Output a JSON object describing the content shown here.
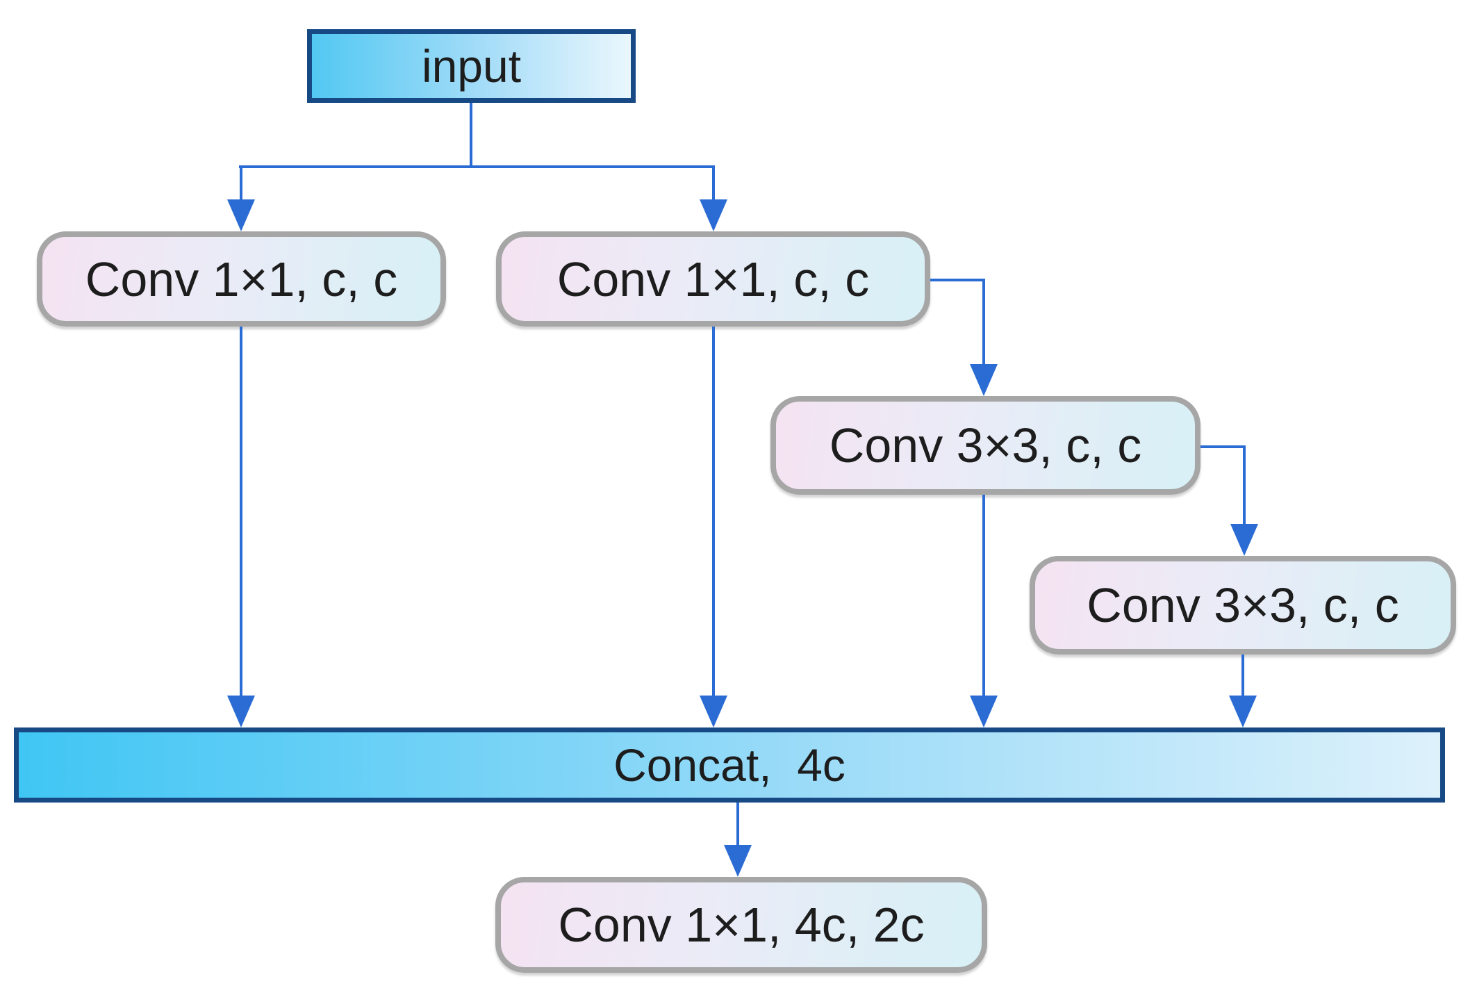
{
  "diagram": {
    "type": "flowchart",
    "nodes": {
      "input": {
        "label": "input"
      },
      "conv1x1_left": {
        "label": "Conv 1×1, c, c"
      },
      "conv1x1_mid": {
        "label": "Conv 1×1, c, c"
      },
      "conv3x3_first": {
        "label": "Conv 3×3, c, c"
      },
      "conv3x3_second": {
        "label": "Conv 3×3, c, c"
      },
      "concat": {
        "label": "Concat,  4c"
      },
      "conv_out": {
        "label": "Conv 1×1, 4c, 2c"
      }
    },
    "edges": [
      {
        "from": "input",
        "to": "conv1x1_left"
      },
      {
        "from": "input",
        "to": "conv1x1_mid"
      },
      {
        "from": "conv1x1_mid",
        "to": "conv3x3_first"
      },
      {
        "from": "conv3x3_first",
        "to": "conv3x3_second"
      },
      {
        "from": "conv1x1_left",
        "to": "concat"
      },
      {
        "from": "conv1x1_mid",
        "to": "concat"
      },
      {
        "from": "conv3x3_first",
        "to": "concat"
      },
      {
        "from": "conv3x3_second",
        "to": "concat"
      },
      {
        "from": "concat",
        "to": "conv_out"
      }
    ]
  },
  "colors": {
    "edge_line": "#2b6cd4",
    "node_border_gray": "#a6a6a6",
    "node_border_blue": "#174a85",
    "node_pink": "#f5e3f2",
    "node_mid": "#e9ecf7",
    "node_cyan": "#d7f0f6",
    "bar_cyan": "#40c6f4",
    "bar_mid": "#9adbf8",
    "bar_light": "#ddf1fb",
    "input_cyan": "#52c8f2",
    "input_light": "#eaf7fd",
    "text": "#1d1d1d"
  }
}
